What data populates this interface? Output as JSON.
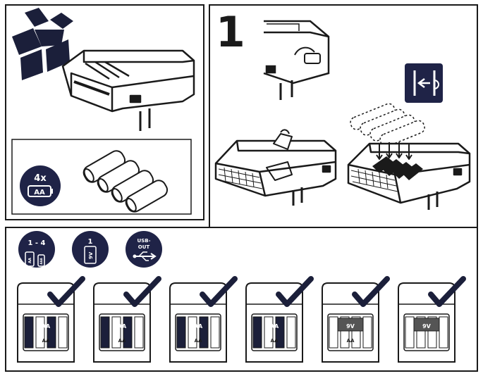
{
  "colors": {
    "ink": "#1b1f3a",
    "badge": "#1f2347",
    "line": "#1a1a1a",
    "check": "#1b1f3a"
  },
  "step1": {
    "number": "1"
  },
  "contents": {
    "quantity": "4x",
    "battery_type": "AA"
  },
  "icons": {
    "icon1": {
      "range": "1 - 4",
      "cell_a": "AA",
      "cell_b": "AAA"
    },
    "icon2": {
      "count": "1",
      "type": "9V"
    },
    "icon3": {
      "line1": "USB-",
      "line2": "OUT"
    }
  },
  "configs": [
    {
      "label_a": "AA",
      "label_b": "AA",
      "ok": true
    },
    {
      "label_a": "AA",
      "label_b": "AA",
      "ok": true
    },
    {
      "label_a": "AA",
      "label_b": "AA",
      "ok": true
    },
    {
      "label_a": "AA",
      "label_b": "AA",
      "ok": true
    },
    {
      "label_a": "9V",
      "label_b": "AA",
      "ok": true
    },
    {
      "label_a": "9V",
      "label_b": "",
      "ok": true
    }
  ]
}
